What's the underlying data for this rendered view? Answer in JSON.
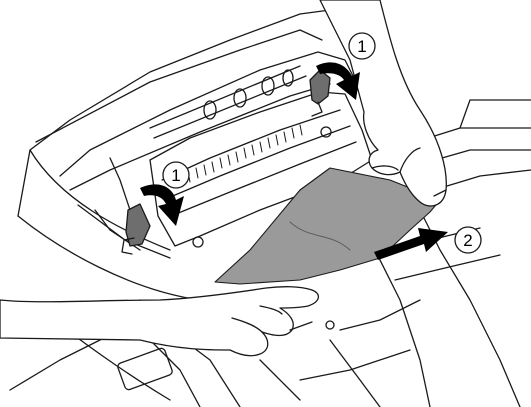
{
  "figure": {
    "steps": [
      {
        "number": "1"
      },
      {
        "number": "1"
      },
      {
        "number": "2"
      }
    ]
  },
  "colors": {
    "line": "#1a1a1a",
    "paper": "#9a9a9a",
    "body": "#ffffff"
  }
}
